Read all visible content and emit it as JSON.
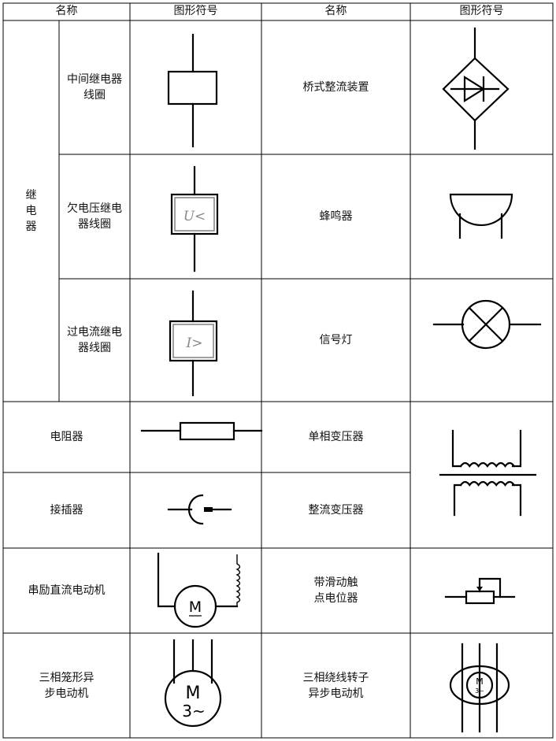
{
  "header": {
    "name_1": "名称",
    "symbol_1": "图形符号",
    "name_2": "名称",
    "symbol_2": "图形符号"
  },
  "rows": {
    "relay_group": "继\n电\n器",
    "relay_intermediate": "中间继电器\n线圈",
    "relay_undervoltage": "欠电压继电\n器线圈",
    "relay_overcurrent": "过电流继电\n器线圈",
    "bridge_rectifier": "桥式整流装置",
    "buzzer": "蜂鸣器",
    "signal_lamp": "信号灯",
    "resistor": "电阻器",
    "single_phase_transformer": "单相变压器",
    "connector": "接插器",
    "rectifier_transformer": "整流变压器",
    "series_dc_motor": "串励直流电动机",
    "potentiometer": "带滑动触\n点电位器",
    "squirrel_cage_motor": "三相笼形异\n步电动机",
    "wound_rotor_motor": "三相绕线转子\n异步电动机"
  },
  "symbols": {
    "undervoltage_label": "U<",
    "overcurrent_label": "I>",
    "motor_m": "M",
    "motor_3": "3~",
    "motor_3_small": "3~"
  }
}
